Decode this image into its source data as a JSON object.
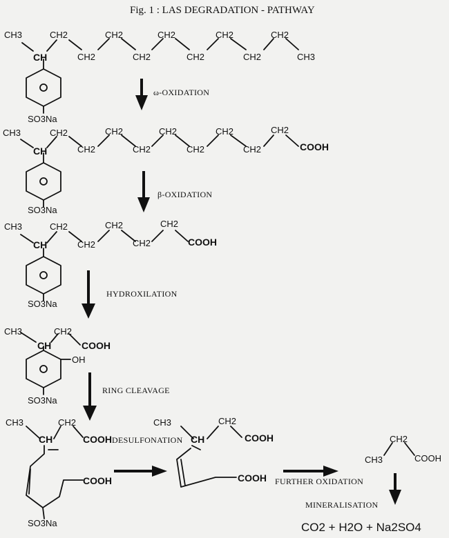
{
  "title": "Fig. 1 : LAS DEGRADATION - PATHWAY",
  "steps": {
    "omega": "ω-OXIDATION",
    "beta": "β-OXIDATION",
    "hydroxilation": "HYDROXILATION",
    "ring_cleavage": "RING CLEAVAGE",
    "desulfonation": "DESULFONATION",
    "further_oxidation": "FURTHER OXIDATION",
    "mineralisation": "MINERALISATION"
  },
  "labels": {
    "ch3": "CH3",
    "ch2": "CH2",
    "ch": "CH",
    "cooh": "COOH",
    "oh": "OH",
    "so3na": "SO3Na"
  },
  "products": "CO2 + H2O + Na2SO4"
}
